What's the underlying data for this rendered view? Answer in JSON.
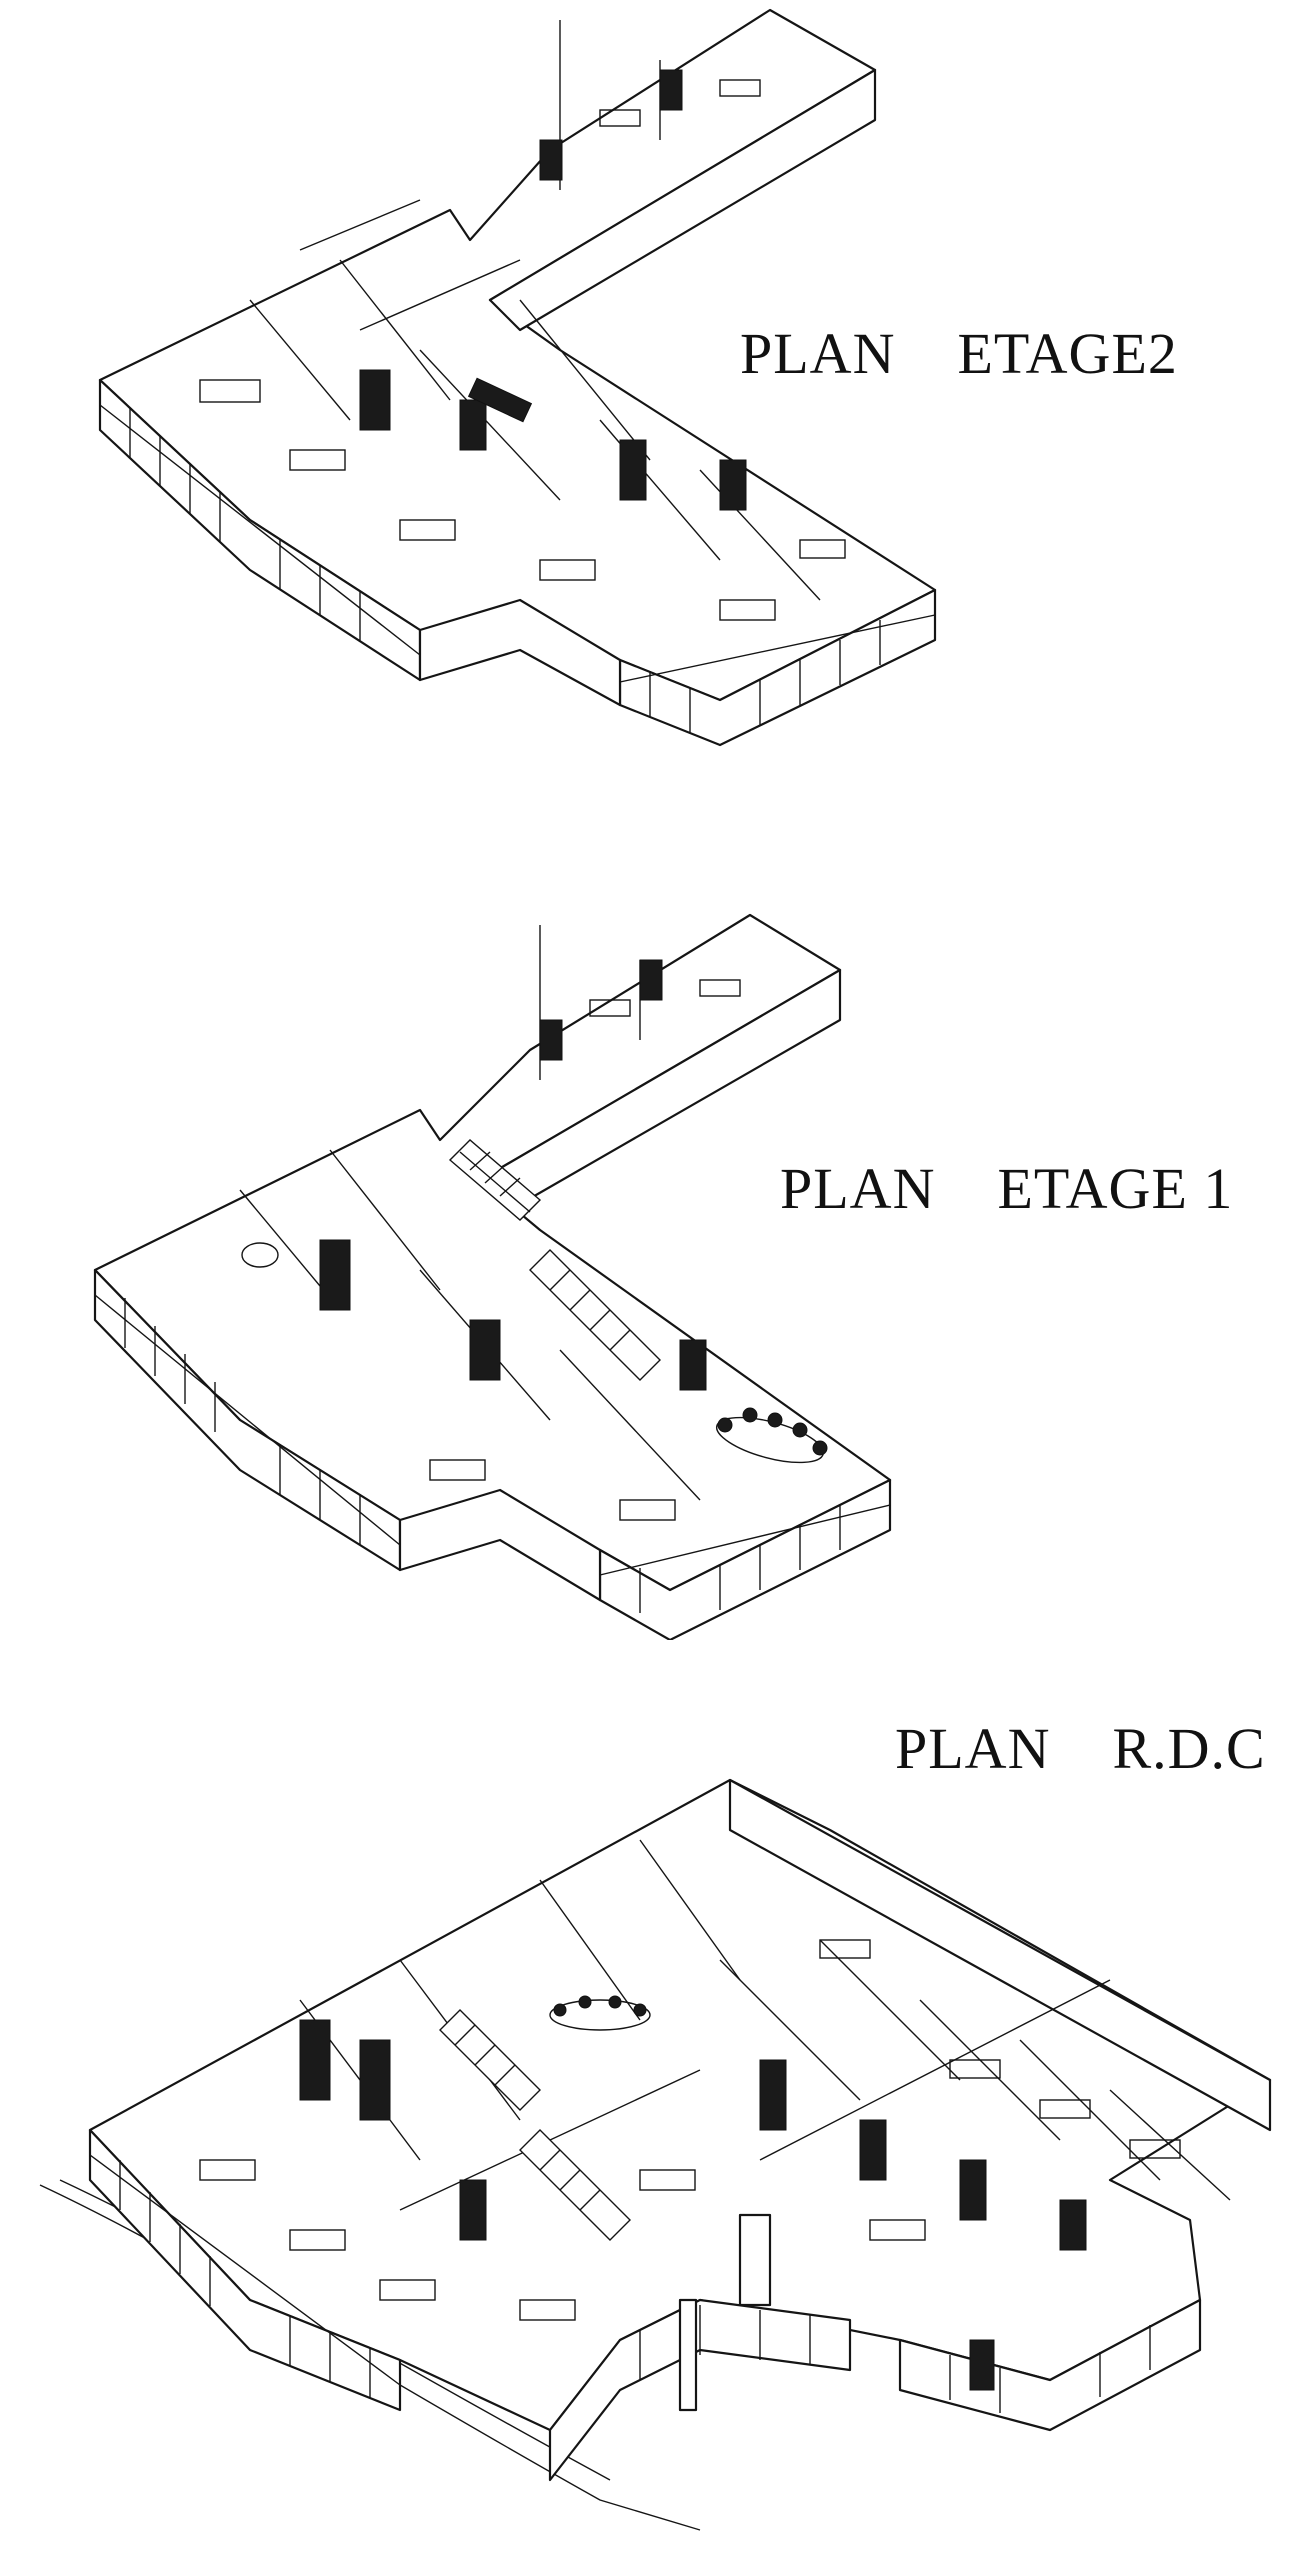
{
  "labels": {
    "etage2": "PLAN    ETAGE2",
    "etage1": "PLAN    ETAGE 1",
    "rdc": "PLAN    R.D.C"
  },
  "colors": {
    "ink": "#151515",
    "paper": "#ffffff"
  }
}
